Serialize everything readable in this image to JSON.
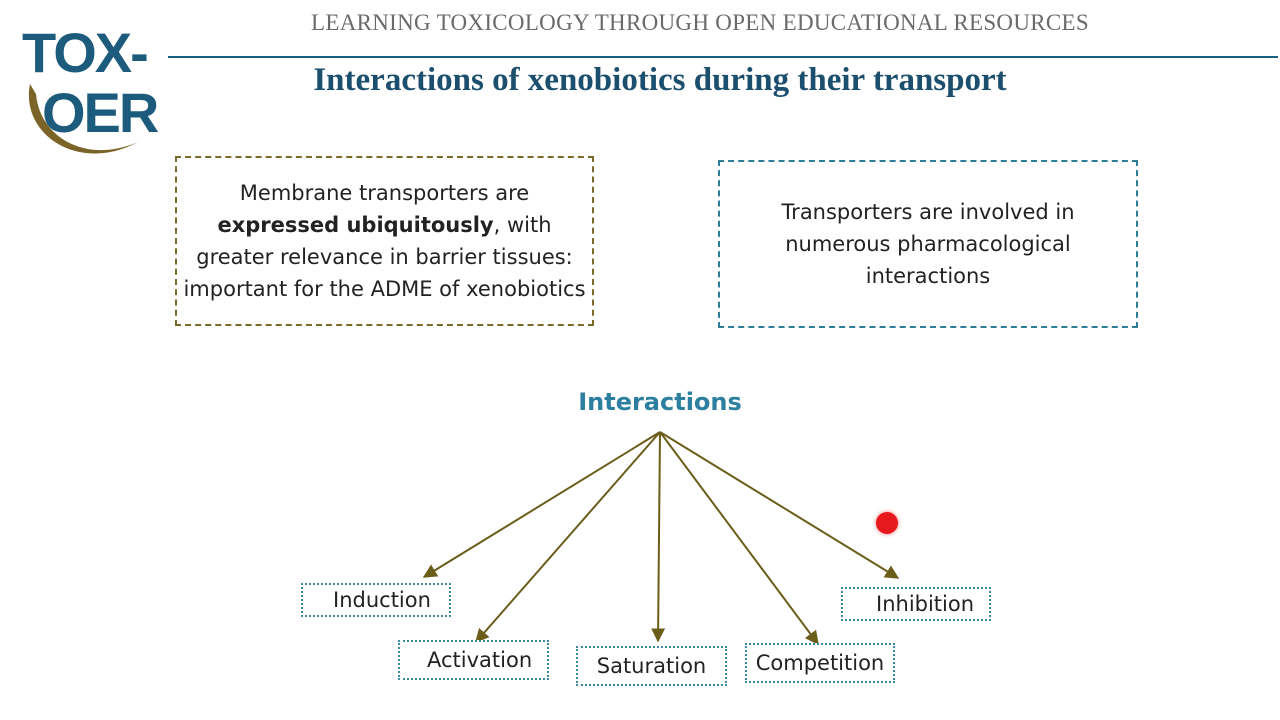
{
  "logo": {
    "line1": "TOX-",
    "line2": "OER"
  },
  "header": "LEARNING TOXICOLOGY THROUGH OPEN EDUCATIONAL RESOURCES",
  "title": "Interactions of xenobiotics during their transport",
  "left_box": {
    "text_before": "Membrane transporters are ",
    "text_bold": "expressed ubiquitously",
    "text_after": ", with greater relevance in barrier tissues: important for the ADME of xenobiotics"
  },
  "right_box": {
    "text": "Transporters are involved in numerous pharmacological interactions"
  },
  "diagram": {
    "root": "Interactions",
    "leaves": [
      "Induction",
      "Activation",
      "Saturation",
      "Competition",
      "Inhibition"
    ]
  },
  "colors": {
    "title": "#1c4f6e",
    "accent": "#2d7f9f",
    "arrow": "#6b5d1a",
    "left_border": "#7a6a2a",
    "right_border": "#2d7d99",
    "pointer": "#e8191c"
  }
}
